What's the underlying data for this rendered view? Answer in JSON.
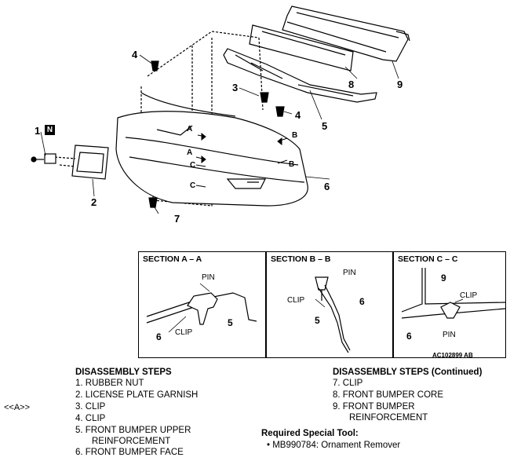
{
  "callouts": [
    "1",
    "2",
    "3",
    "4",
    "4",
    "5",
    "6",
    "7",
    "8",
    "9"
  ],
  "badge": "N",
  "arrow_labels": [
    "A",
    "A",
    "B",
    "B",
    "C",
    "C"
  ],
  "sections": [
    {
      "title": "SECTION A – A",
      "labels": [
        "PIN",
        "CLIP"
      ],
      "numbers": [
        "6",
        "5"
      ]
    },
    {
      "title": "SECTION B – B",
      "labels": [
        "PIN",
        "CLIP"
      ],
      "numbers": [
        "6",
        "5"
      ]
    },
    {
      "title": "SECTION C – C",
      "labels": [
        "CLIP",
        "PIN"
      ],
      "numbers": [
        "9",
        "6"
      ]
    }
  ],
  "figure_code": "AC102899 AB",
  "marker": "<<A>>",
  "disassembly": {
    "title": "DISASSEMBLY STEPS",
    "steps": [
      "1.  RUBBER NUT",
      "2.  LICENSE PLATE GARNISH",
      "3.  CLIP",
      "4.  CLIP",
      "5.  FRONT BUMPER UPPER",
      "REINFORCEMENT",
      "6.  FRONT BUMPER FACE"
    ]
  },
  "disassembly_continued": {
    "title": "DISASSEMBLY STEPS (Continued)",
    "steps": [
      "7.  CLIP",
      "8.  FRONT BUMPER CORE",
      "9.  FRONT BUMPER",
      "REINFORCEMENT"
    ]
  },
  "special_tool": {
    "title": "Required Special Tool:",
    "item": "•  MB990784: Ornament Remover"
  }
}
